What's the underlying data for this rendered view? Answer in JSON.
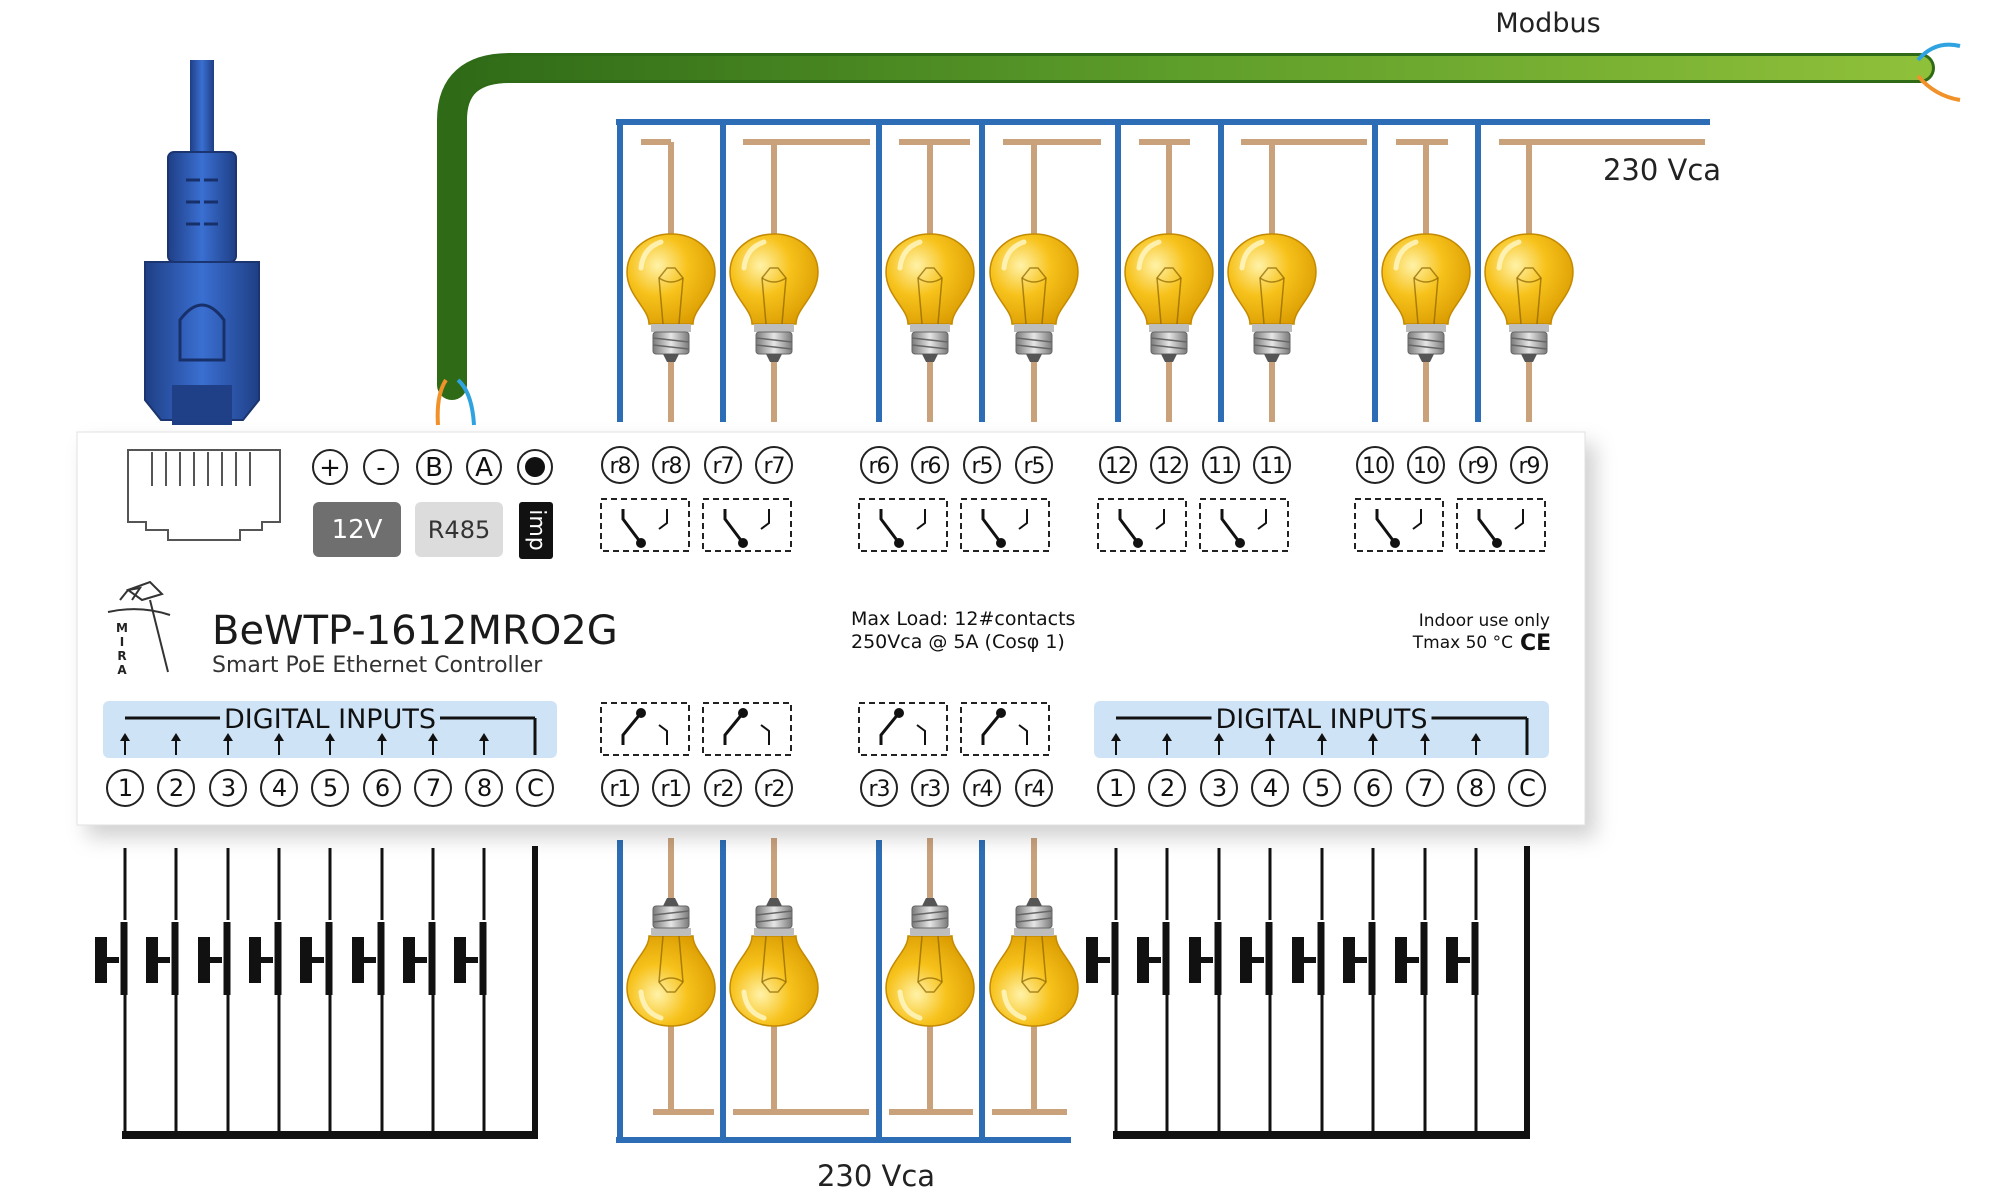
{
  "labels": {
    "modbus": "Modbus",
    "mains_top": "230 Vca",
    "mains_bottom": "230 Vca"
  },
  "device": {
    "model": "BeWTP-1612MRO2G",
    "subtitle": "Smart PoE Ethernet Controller",
    "logo_text": "MIRA",
    "max_load_line1": "Max Load:  12#contacts",
    "max_load_line2": "250Vca @ 5A    (Cosφ 1)",
    "indoor_line1": "Indoor use only",
    "indoor_line2": "Tmax 50 °C",
    "ce_mark": "CE"
  },
  "power_terminals": [
    "+",
    "-",
    "B",
    "A",
    "●"
  ],
  "badges": {
    "v12": "12V",
    "r485": "R485",
    "imp": "imp"
  },
  "top_terminals": [
    "r8",
    "r8",
    "r7",
    "r7",
    "r6",
    "r6",
    "r5",
    "r5",
    "12",
    "12",
    "11",
    "11",
    "10",
    "10",
    "r9",
    "r9"
  ],
  "bottom_relay_terminals": [
    "r1",
    "r1",
    "r2",
    "r2",
    "r3",
    "r3",
    "r4",
    "r4"
  ],
  "digital_inputs": {
    "title": "DIGITAL INPUTS",
    "terminals": [
      "1",
      "2",
      "3",
      "4",
      "5",
      "6",
      "7",
      "8",
      "C"
    ]
  },
  "colors": {
    "cable_green": "#5e9e2a",
    "rj45_blue": "#2f5bb0",
    "wire_blue": "#2d6db5",
    "wire_tan": "#c9a27c",
    "bulb_yellow": "#f7c21b",
    "badge_dark": "#6f6f6f",
    "badge_light": "#dcdcdc",
    "di_bar": "#cfe3f7"
  }
}
